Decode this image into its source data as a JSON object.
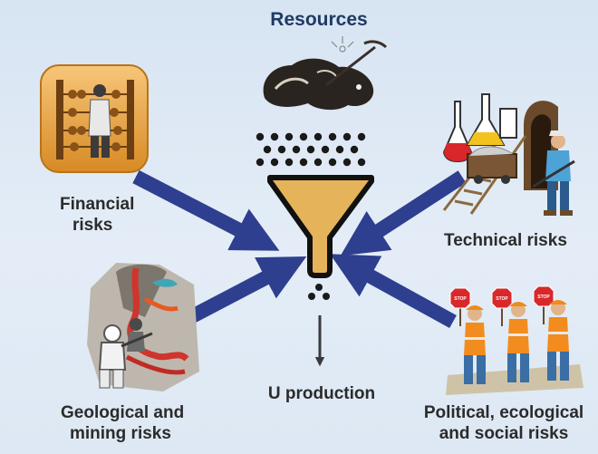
{
  "diagram": {
    "title": "Resources",
    "output_label": "U production",
    "risks": {
      "financial": {
        "line1": "Financial",
        "line2": "risks"
      },
      "technical": {
        "line1": "Technical risks"
      },
      "geological": {
        "line1": "Geological and",
        "line2": "mining risks"
      },
      "political": {
        "line1": "Political, ecological",
        "line2": "and social risks"
      }
    },
    "sign_text": "STOP"
  },
  "colors": {
    "background": "#dbe6f3",
    "arrow": "#2e3f8f",
    "funnel_fill": "#e5b35a",
    "funnel_stroke": "#111111",
    "title_text": "#1f3a63",
    "label_text": "#2b2b2b"
  }
}
